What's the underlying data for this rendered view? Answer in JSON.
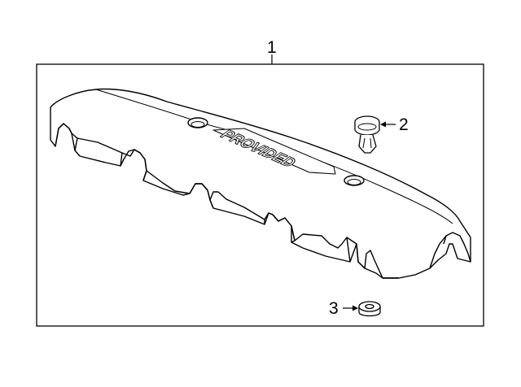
{
  "diagram": {
    "callouts": [
      {
        "id": "1",
        "label": "1"
      },
      {
        "id": "2",
        "label": "2"
      },
      {
        "id": "3",
        "label": "3"
      }
    ],
    "logo_text": "PROVIDED"
  }
}
